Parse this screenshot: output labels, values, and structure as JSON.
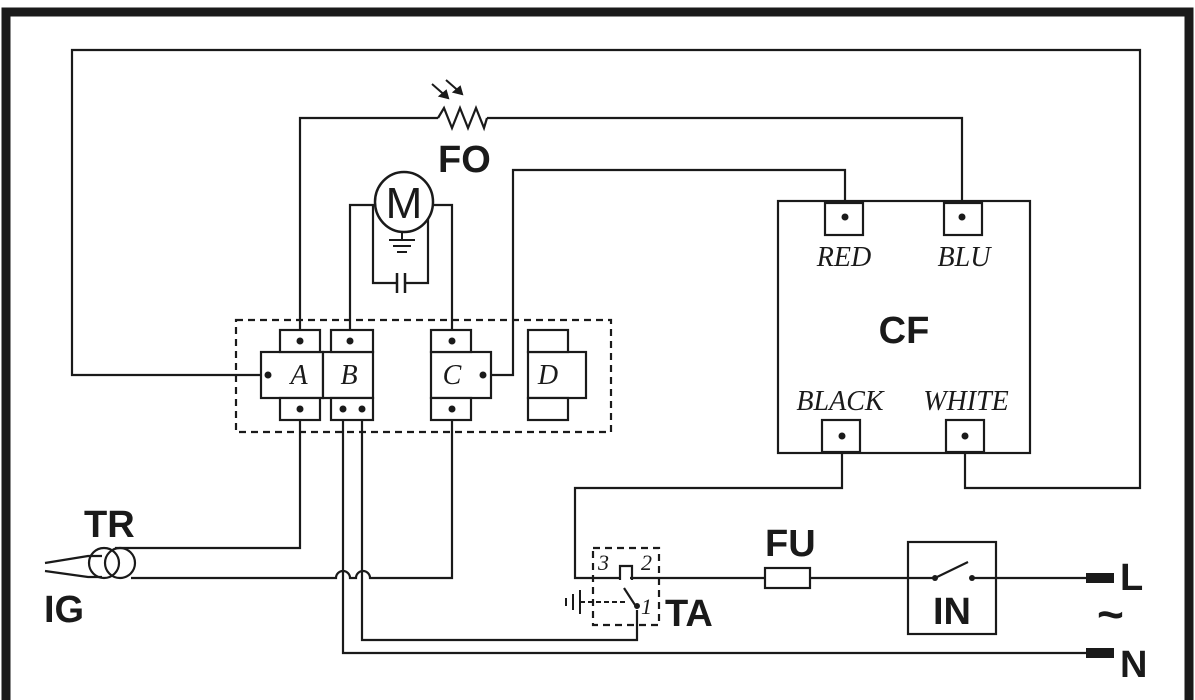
{
  "components": {
    "fo": {
      "label": "FO"
    },
    "motor": {
      "label": "M"
    },
    "cf": {
      "label": "CF",
      "terminals": {
        "red": "RED",
        "blu": "BLU",
        "black": "BLACK",
        "white": "WHITE"
      }
    },
    "block": {
      "a": "A",
      "b": "B",
      "c": "C",
      "d": "D"
    },
    "tr": {
      "label": "TR"
    },
    "ig": {
      "label": "IG"
    },
    "ta": {
      "label": "TA",
      "pin1": "1",
      "pin2": "2",
      "pin3": "3"
    },
    "fu": {
      "label": "FU"
    },
    "in": {
      "label": "IN"
    },
    "supply": {
      "line": "L",
      "neutral": "N",
      "ac_symbol": "~"
    }
  },
  "colors": {
    "ink": "#1a1a1a",
    "background": "#ffffff"
  }
}
